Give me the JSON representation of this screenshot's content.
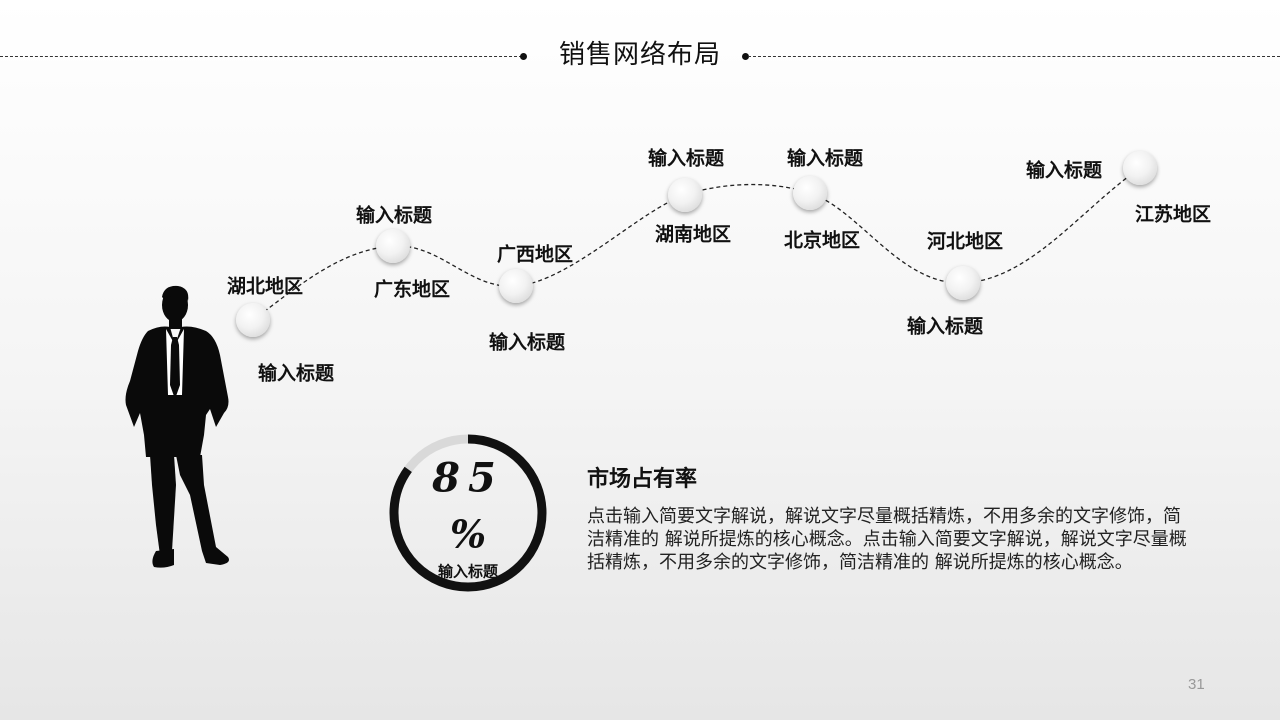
{
  "slide": {
    "title": "销售网络布局",
    "page_number": "31"
  },
  "timeline": {
    "nodes": [
      {
        "region": "湖北地区",
        "caption": "输入标题"
      },
      {
        "region": "广东地区",
        "caption": "输入标题"
      },
      {
        "region": "广西地区",
        "caption": "输入标题"
      },
      {
        "region": "湖南地区",
        "caption": "输入标题"
      },
      {
        "region": "北京地区",
        "caption": "输入标题"
      },
      {
        "region": "河北地区",
        "caption": "输入标题"
      },
      {
        "region": "江苏地区",
        "caption": "输入标题"
      }
    ]
  },
  "market": {
    "percent_value": "85",
    "percent_sign": "%",
    "progress_fraction": 0.85,
    "ring_caption": "输入标题",
    "title": "市场占有率",
    "description": "点击输入简要文字解说，解说文字尽量概括精炼，不用多余的文字修饰，简洁精准的 解说所提炼的核心概念。点击输入简要文字解说，解说文字尽量概括精炼，不用多余的文字修饰，简洁精准的 解说所提炼的核心概念。"
  },
  "colors": {
    "accent": "#111111",
    "ring_track": "#d9d9d9",
    "page_number": "#999999"
  },
  "icons": {
    "figure": "businessman-silhouette"
  }
}
